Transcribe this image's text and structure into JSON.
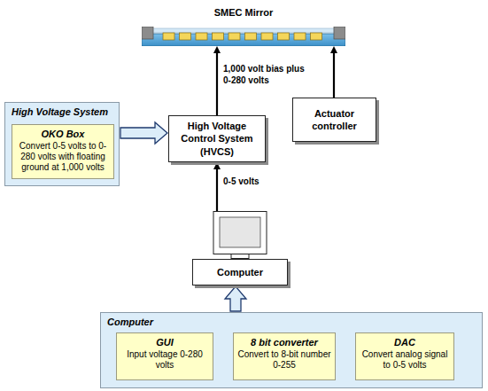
{
  "diagram": {
    "nodes": [
      {
        "text": [
          "SMEC Mirror"
        ]
      },
      {
        "text": [
          "High Voltage System"
        ]
      },
      {
        "text": [
          "OKO Box",
          "Convert 0-5 volts to 0-280 volts with floating ground at 1,000 volts"
        ],
        "in": 1
      },
      {
        "text": [
          "High Voltage Control System (HVCS)"
        ]
      },
      {
        "text": [
          "Actuator controller"
        ]
      },
      {
        "text": [
          "Computer"
        ]
      },
      {
        "text": [
          "Computer"
        ]
      },
      {
        "text": [
          "GUI",
          "Input voltage 0-280 volts"
        ],
        "in": 6
      },
      {
        "text": [
          "8 bit converter",
          "Convert to 8-bit number 0-255"
        ],
        "in": 6
      },
      {
        "text": [
          "DAC",
          "Convert analog signal to 0-5 volts"
        ],
        "in": 6
      }
    ],
    "edges": [
      {
        "from": 3,
        "to": 0,
        "arrow": "to",
        "label": "1,000 volt bias plus 0-280 volts"
      },
      {
        "from": 4,
        "to": 0,
        "arrow": "to"
      },
      {
        "from": 5,
        "to": 3,
        "arrow": "to",
        "label": "0-5 volts"
      },
      {
        "from": 1,
        "to": 3,
        "arrow": "to"
      },
      {
        "from": 6,
        "to": 5,
        "arrow": "to"
      }
    ]
  }
}
